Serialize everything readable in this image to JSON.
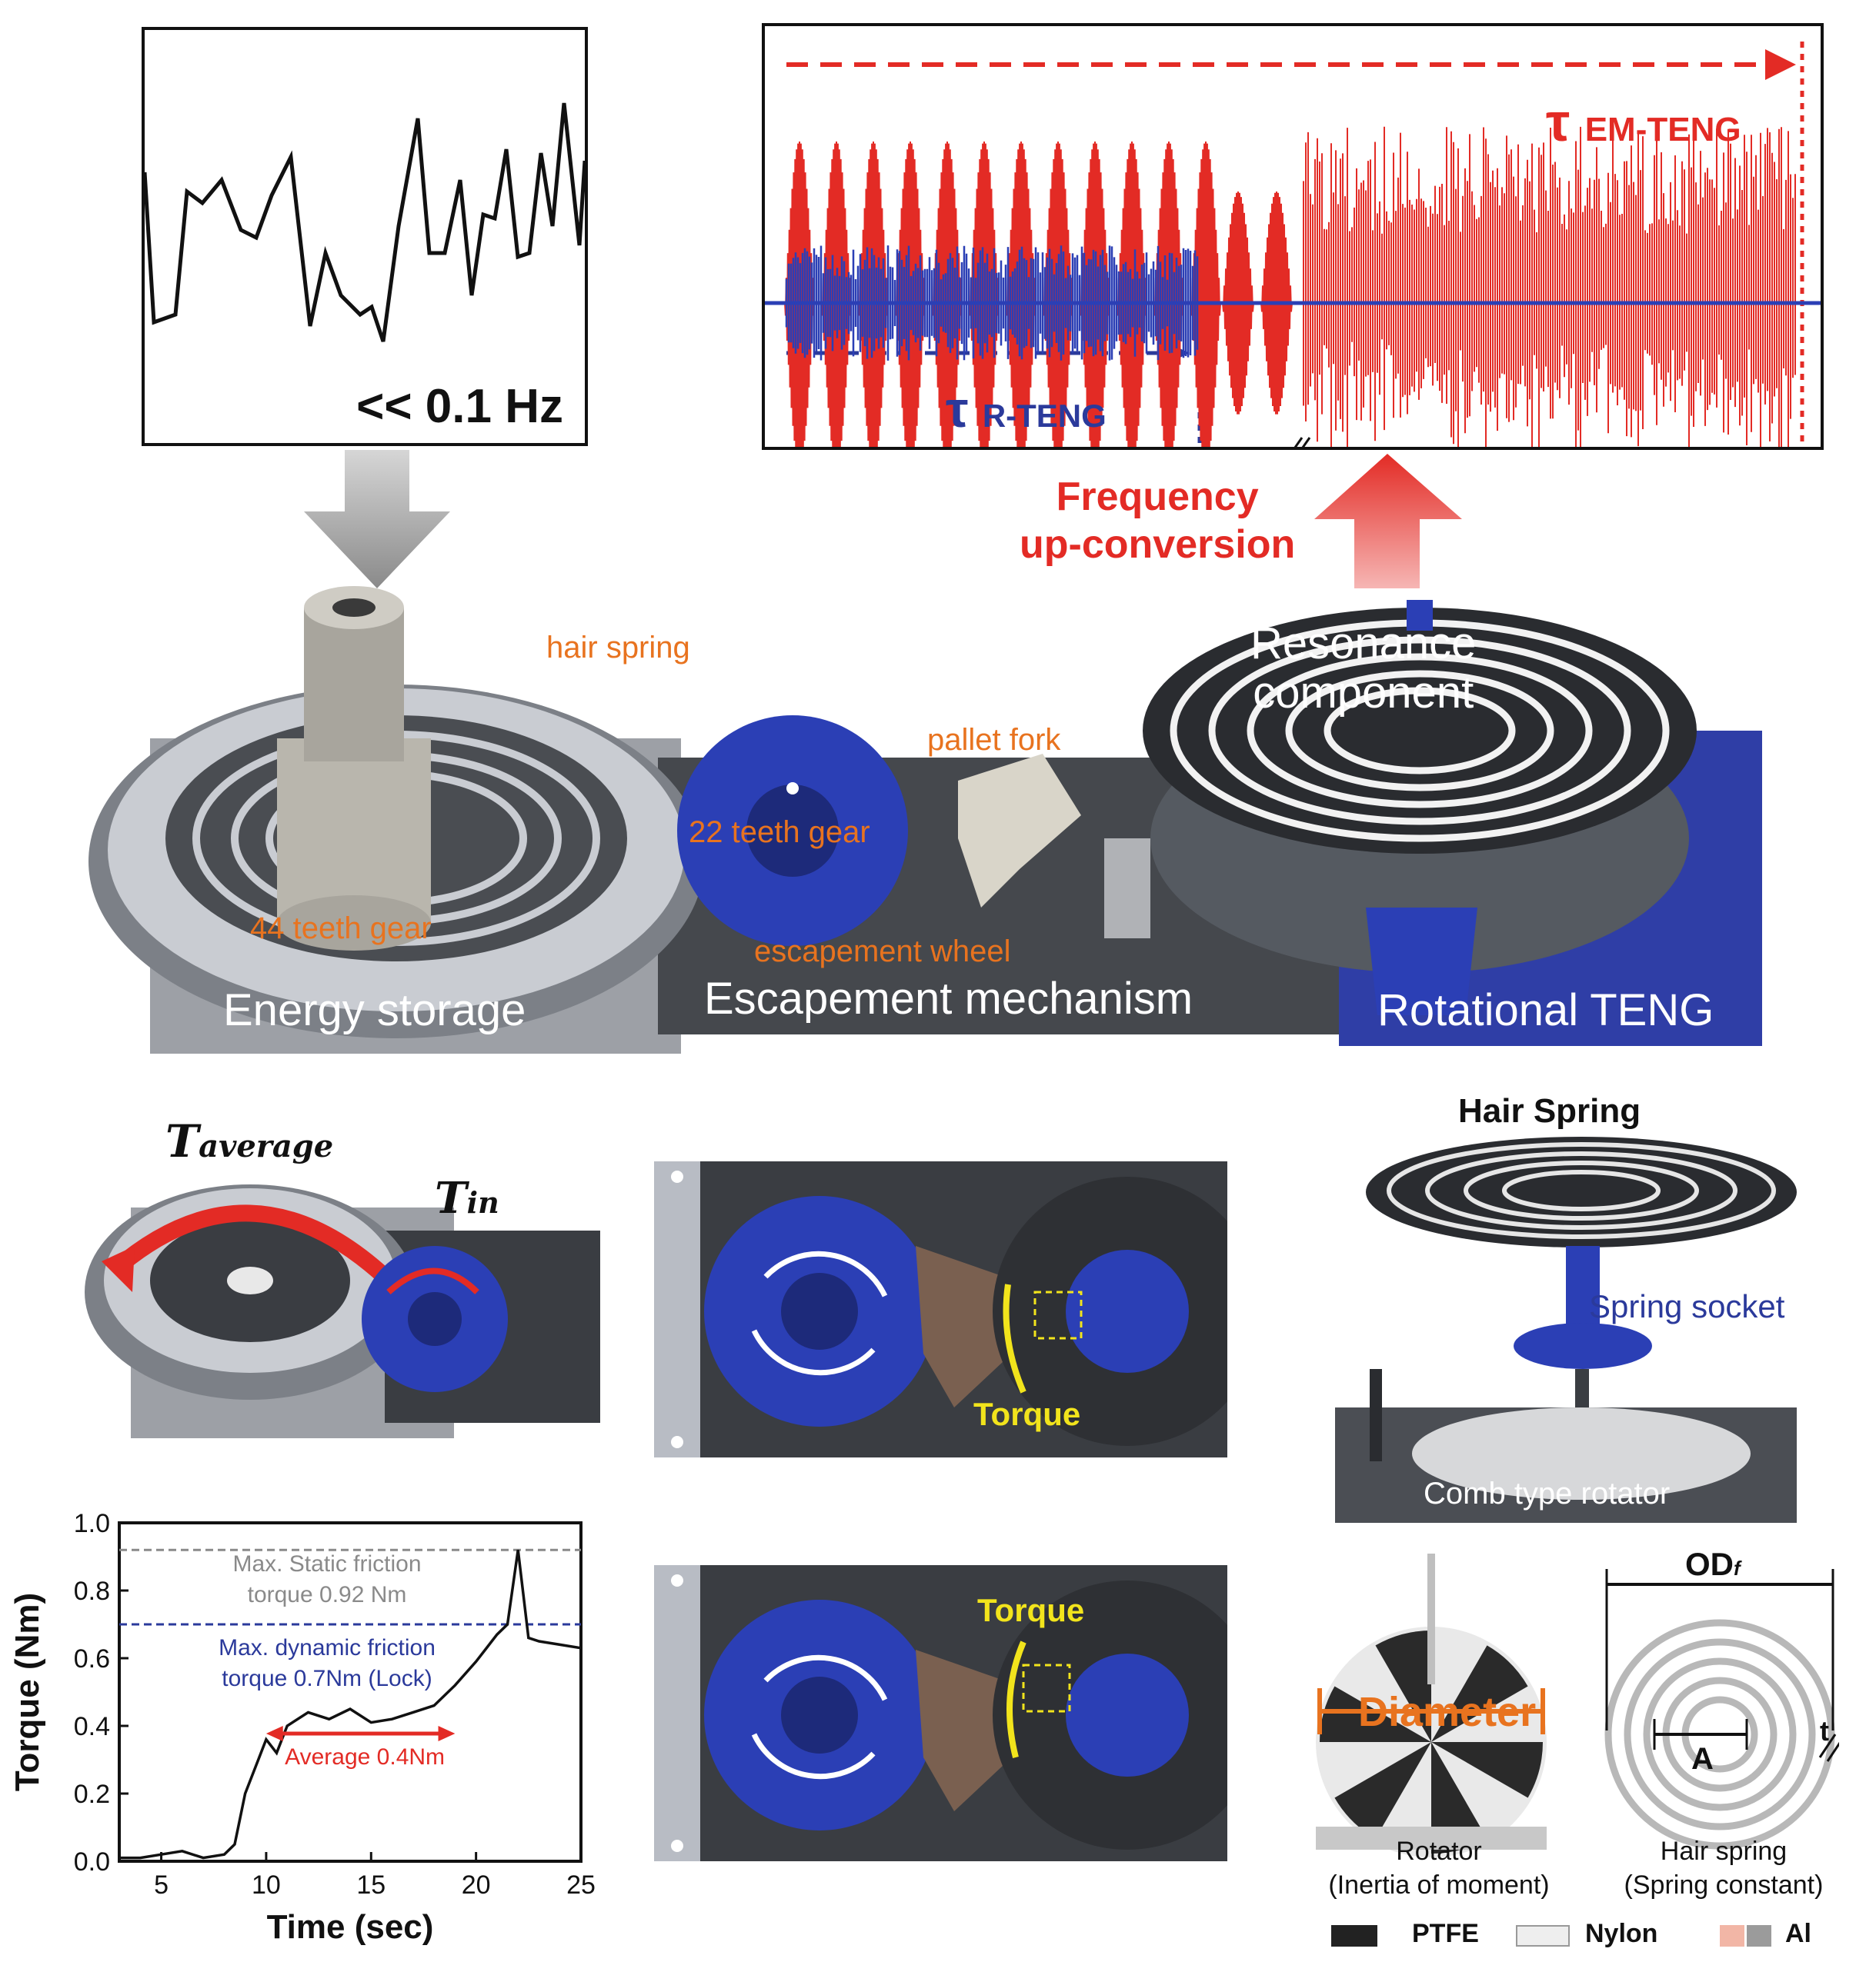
{
  "top_left_signal": {
    "frequency_label": "<< 0.1 Hz"
  },
  "top_right_signal": {
    "tau_em_symbol": "τ",
    "tau_em_sub": "EM-TENG",
    "tau_r_symbol": "τ",
    "tau_r_sub": "R-TENG"
  },
  "arrows": {
    "frequency_label_line1": "Frequency",
    "frequency_label_line2": "up-conversion"
  },
  "device": {
    "hair_spring": "hair spring",
    "pallet_fork": "pallet fork",
    "gear22": "22 teeth gear",
    "gear44": "44 teeth gear",
    "escapement_wheel": "escapement wheel",
    "resonance_line1": "Resonance",
    "resonance_line2": "component",
    "energy_storage": "Energy storage",
    "escapement_mechanism": "Escapement mechanism",
    "rotational_teng": "Rotational TENG"
  },
  "torque_panel": {
    "t_average": "T",
    "t_average_sub": "average",
    "t_in": "T",
    "t_in_sub": "in"
  },
  "escapement_views": {
    "torque_label_1": "Torque",
    "torque_label_2": "Torque"
  },
  "hair_spring_assembly": {
    "title": "Hair Spring",
    "socket": "Spring socket",
    "rotator": "Comb type rotator"
  },
  "bottom_right": {
    "diameter": "Diameter",
    "od": "OD",
    "od_sub": "f",
    "a_label": "A",
    "t_label": "t",
    "rotator_line1": "Rotator",
    "rotator_line2": "(Inertia of moment)",
    "hairspring_line1": "Hair spring",
    "hairspring_line2": "(Spring constant)",
    "legend": [
      "PTFE",
      "Nylon",
      "Al"
    ]
  },
  "chart_data": {
    "type": "line",
    "xlabel": "Time (sec)",
    "ylabel": "Torque (Nm)",
    "xlim": [
      3,
      25
    ],
    "ylim": [
      0.0,
      1.0
    ],
    "x_ticks": [
      "5",
      "10",
      "15",
      "20",
      "25"
    ],
    "y_ticks": [
      "0.0",
      "0.2",
      "0.4",
      "0.6",
      "0.8",
      "1.0"
    ],
    "x": [
      3,
      4,
      5,
      6,
      7,
      8,
      8.5,
      9,
      9.5,
      10,
      10.5,
      11,
      12,
      13,
      14,
      15,
      16,
      17,
      18,
      19,
      20,
      21,
      21.5,
      22,
      22.5,
      23,
      24,
      25
    ],
    "y": [
      0.01,
      0.01,
      0.02,
      0.03,
      0.01,
      0.02,
      0.05,
      0.2,
      0.28,
      0.36,
      0.32,
      0.4,
      0.44,
      0.42,
      0.45,
      0.41,
      0.42,
      0.44,
      0.46,
      0.52,
      0.59,
      0.67,
      0.7,
      0.92,
      0.66,
      0.65,
      0.64,
      0.63
    ],
    "reference_lines": [
      {
        "value": 0.92,
        "color": "#8a8a8a",
        "label_line1": "Max. Static friction",
        "label_line2": "torque 0.92 Nm"
      },
      {
        "value": 0.7,
        "color": "#2b3a9b",
        "label_line1": "Max. dynamic friction",
        "label_line2": "torque 0.7Nm (Lock)"
      }
    ],
    "average": {
      "value": 0.4,
      "label": "Average 0.4Nm",
      "color": "#e32b25"
    }
  }
}
